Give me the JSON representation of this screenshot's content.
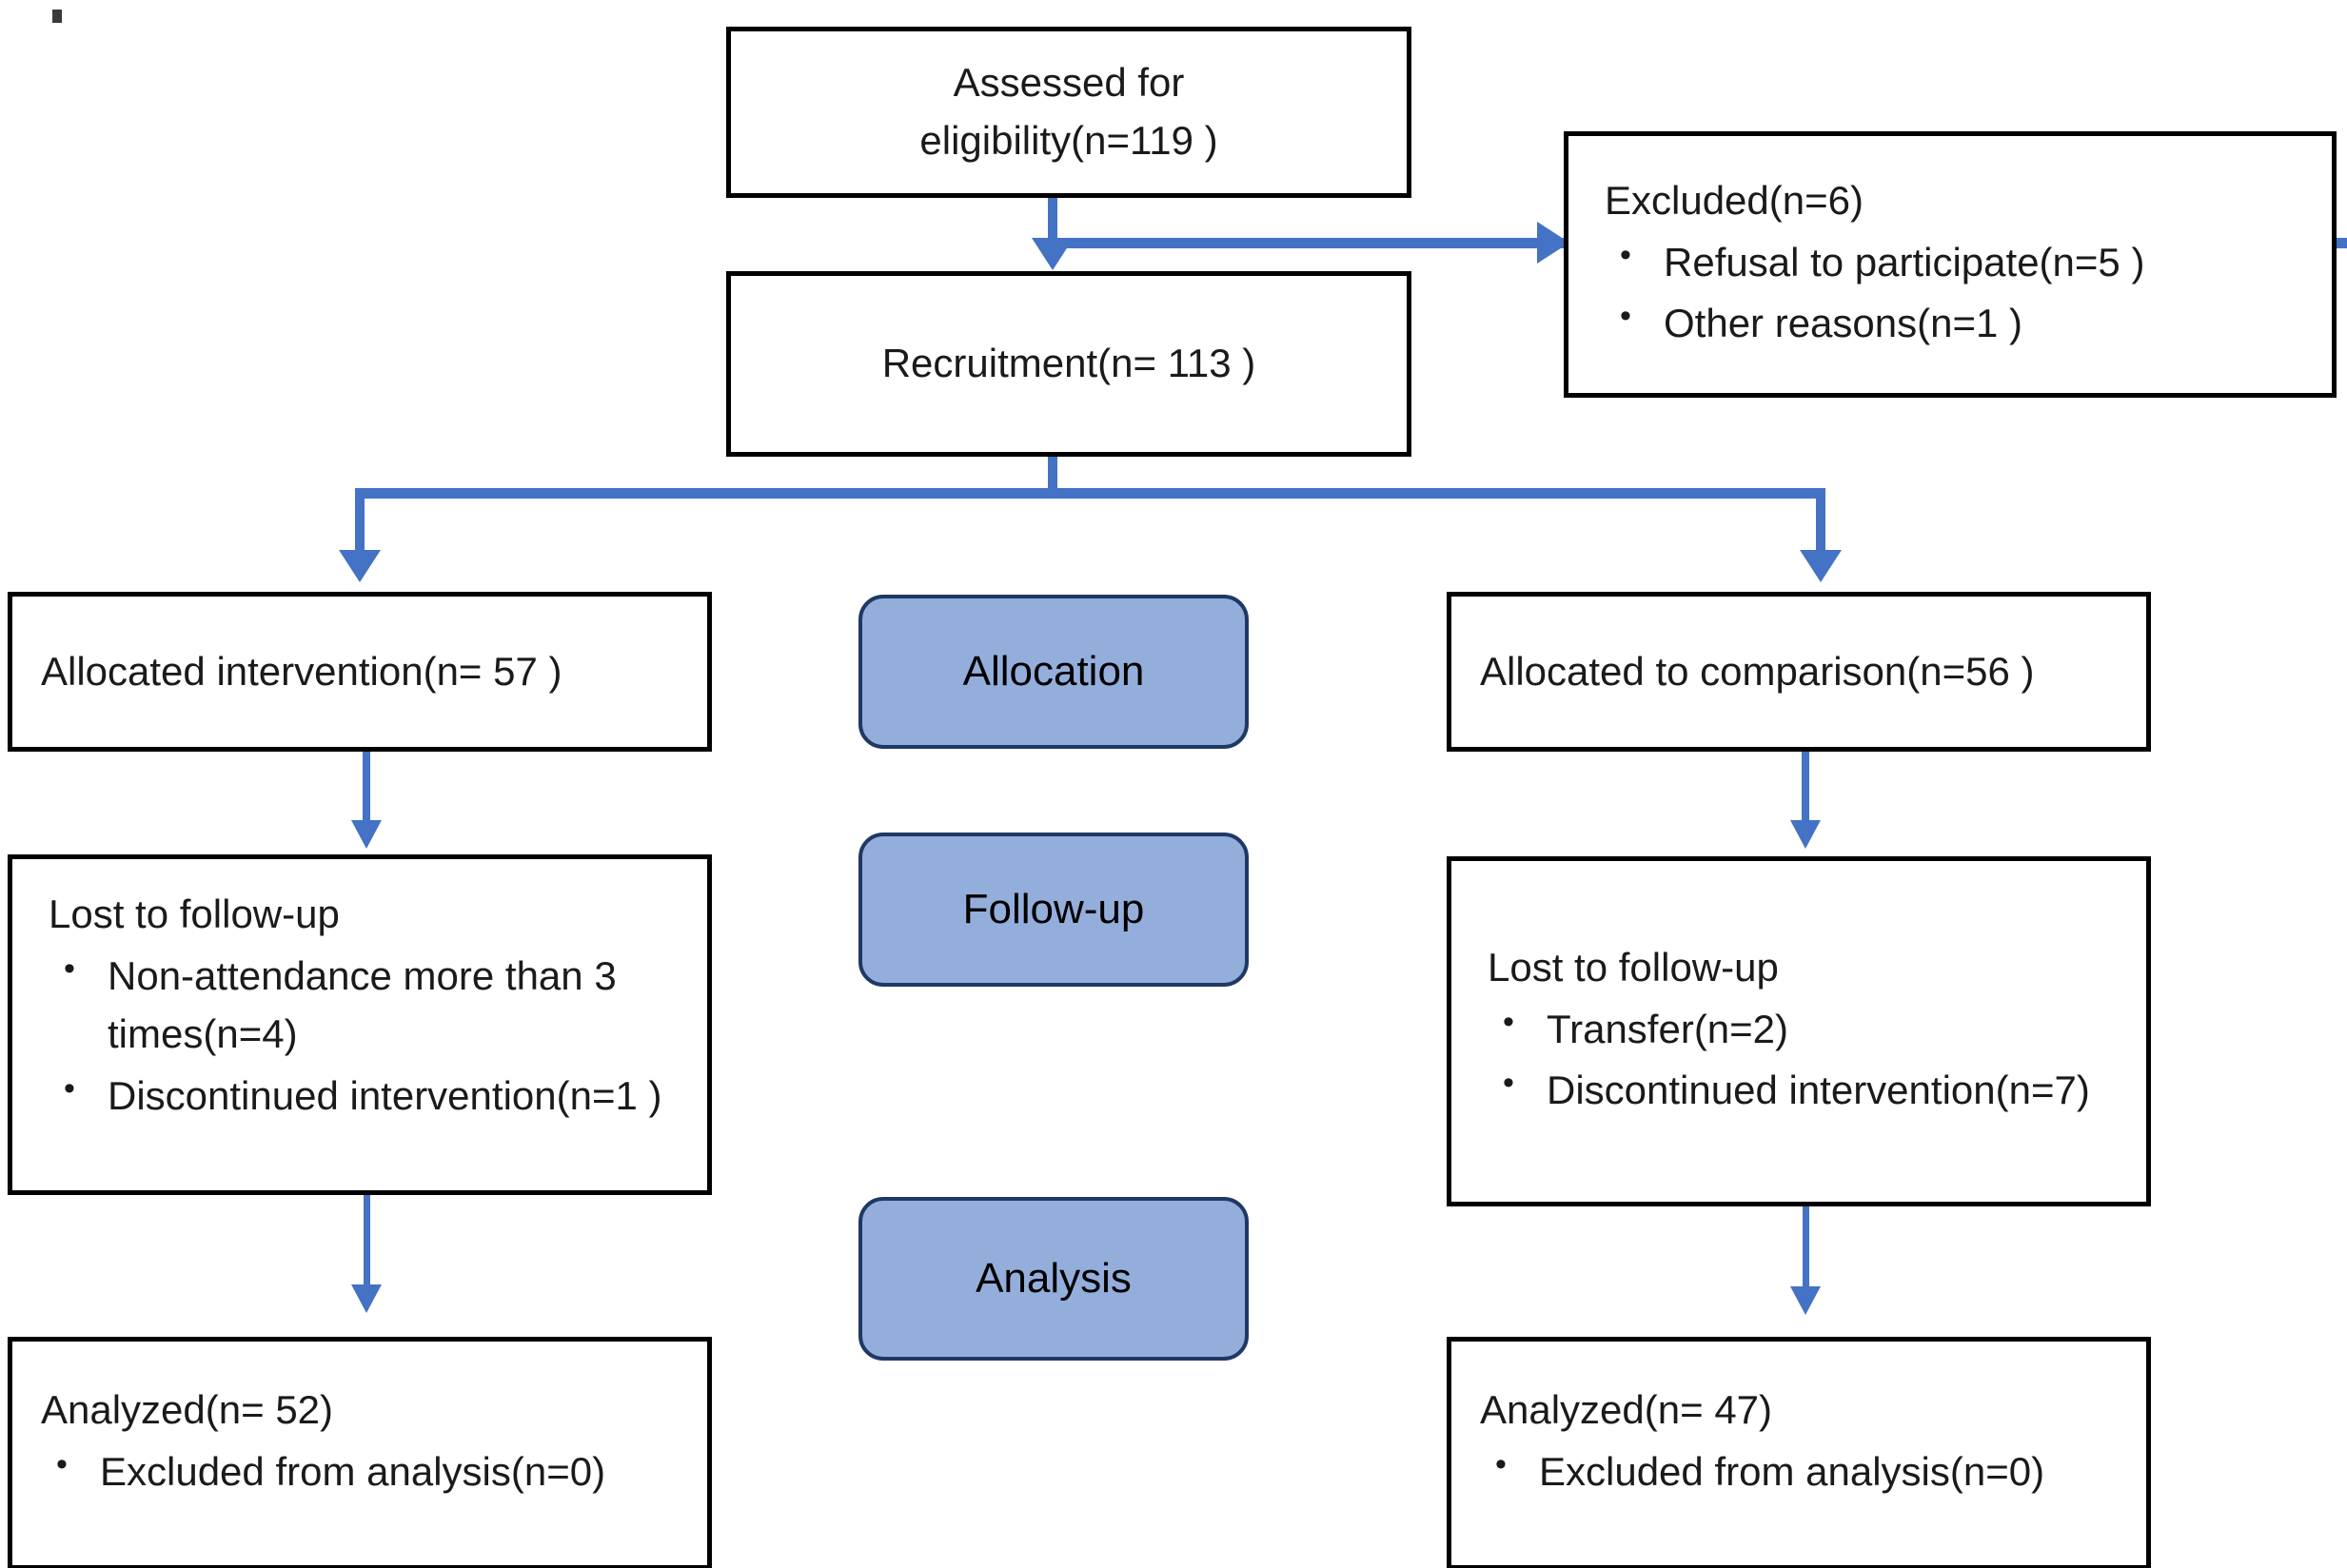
{
  "diagram": {
    "type": "consort-flow-diagram",
    "nodes": {
      "assessed": {
        "line1": "Assessed for",
        "line2": "eligibility(n=119 )"
      },
      "excluded": {
        "heading": "Excluded(n=6)",
        "bullets": [
          "Refusal to participate(n=5 )",
          "Other reasons(n=1 )"
        ]
      },
      "recruitment": {
        "line1": "Recruitment(n= 113 )"
      },
      "allocated_left": {
        "line1": "Allocated intervention(n= 57 )"
      },
      "allocated_right": {
        "line1": "Allocated to comparison(n=56 )"
      },
      "lost_left": {
        "heading": "Lost to follow-up",
        "bullets": [
          "Non-attendance more than 3 times(n=4)",
          "Discontinued intervention(n=1 )"
        ]
      },
      "lost_right": {
        "heading": "Lost to follow-up",
        "bullets": [
          "Transfer(n=2)",
          "Discontinued intervention(n=7)"
        ]
      },
      "analyzed_left": {
        "heading": "Analyzed(n= 52)",
        "bullets": [
          "Excluded from analysis(n=0)"
        ]
      },
      "analyzed_right": {
        "heading": "Analyzed(n= 47)",
        "bullets": [
          "Excluded from analysis(n=0)"
        ]
      }
    },
    "stage_labels": {
      "allocation": "Allocation",
      "followup": "Follow-up",
      "analysis": "Analysis"
    },
    "colors": {
      "connector": "#4472C4",
      "pill_fill": "#94AEDC",
      "pill_border": "#1F3864",
      "box_border": "#000000",
      "text": "#1a1a1a",
      "background": "#ffffff"
    }
  }
}
